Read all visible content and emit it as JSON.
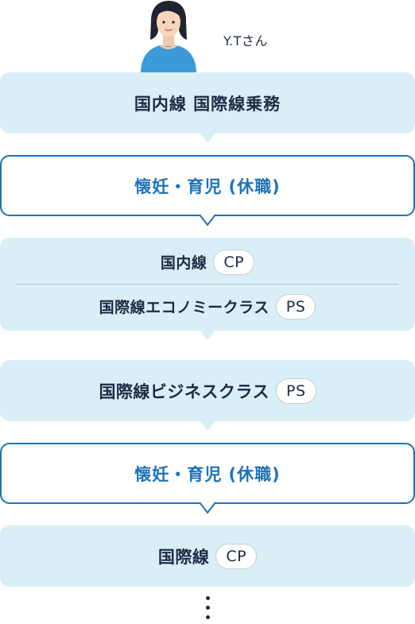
{
  "person": {
    "name": "Y.Tさん",
    "icon": "person-avatar-icon"
  },
  "steps": [
    {
      "label": "国内線 国際線乗務",
      "style": "filled"
    },
    {
      "label": "懐妊・育児 (休職)",
      "style": "outlined"
    },
    {
      "style": "filled",
      "rows": [
        {
          "label": "国内線",
          "badge": "CP"
        },
        {
          "label": "国際線エコノミークラス",
          "badge": "PS"
        }
      ]
    },
    {
      "label": "国際線ビジネスクラス",
      "badge": "PS",
      "style": "filled"
    },
    {
      "label": "懐妊・育児 (休職)",
      "style": "outlined"
    },
    {
      "label": "国際線",
      "badge": "CP",
      "style": "filled"
    }
  ],
  "continuation": "vertical-ellipsis-icon",
  "colors": {
    "filled_bg": "#d9eef7",
    "accent_blue": "#1e73b8",
    "text_dark": "#1f2a44"
  }
}
